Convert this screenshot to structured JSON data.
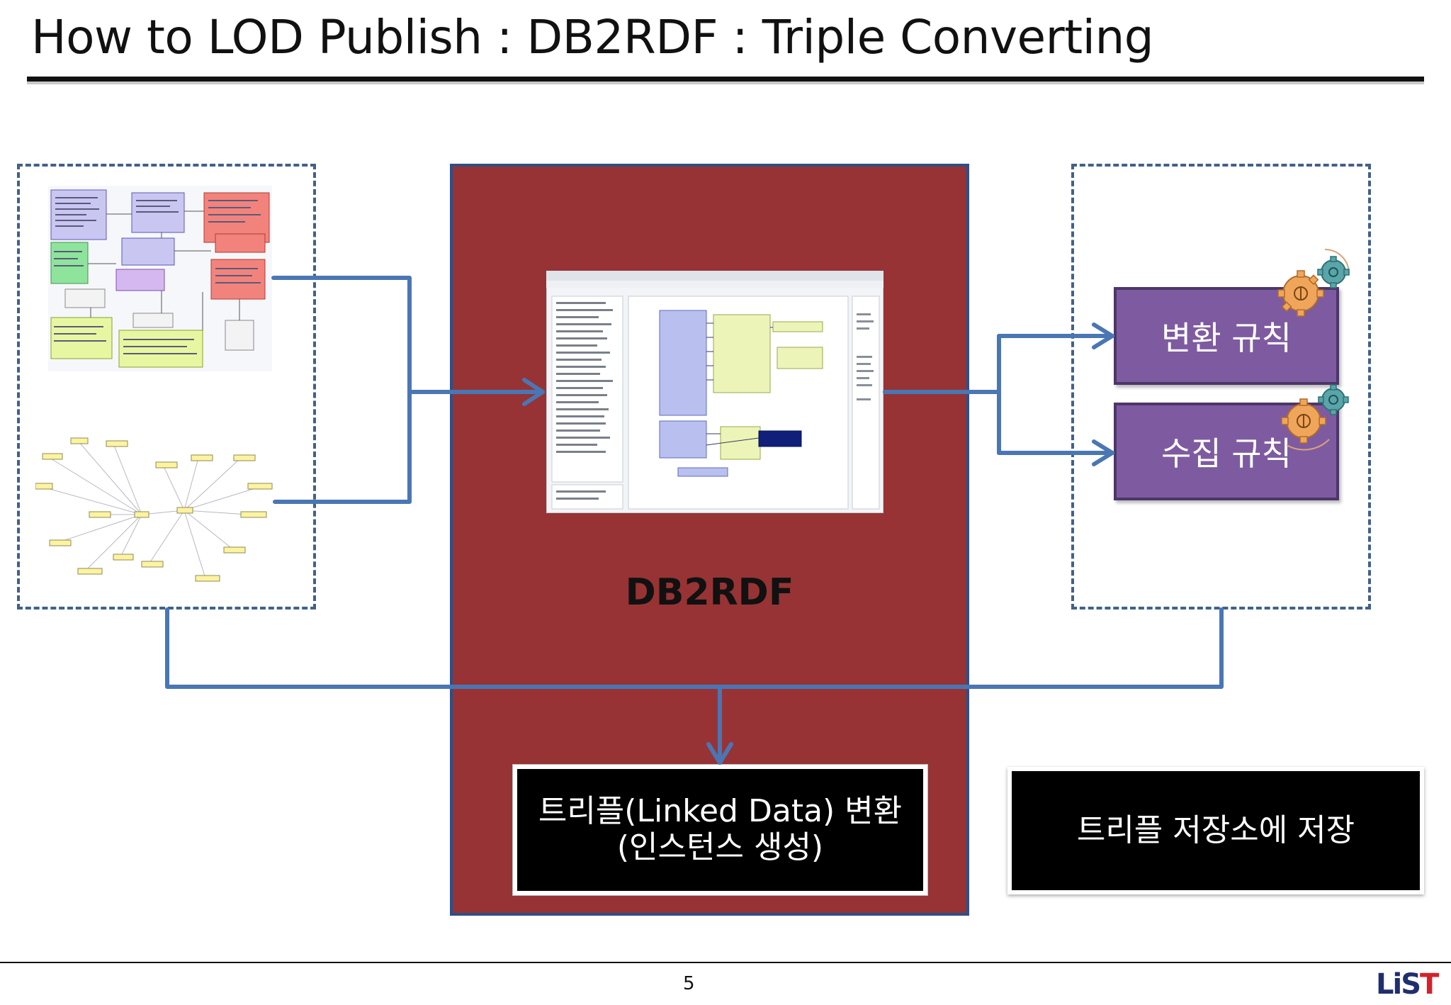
{
  "slide": {
    "title": "How to LOD Publish : DB2RDF : Triple Converting",
    "page_number": "5",
    "logo_text": "LiST"
  },
  "db2rdf": {
    "label": "DB2RDF"
  },
  "rules": {
    "conversion_rule": "변환 규칙",
    "collection_rule": "수집 규칙"
  },
  "outputs": {
    "triple_convert_line1": "트리플(Linked Data) 변환",
    "triple_convert_line2": "(인스턴스 생성)",
    "triple_store": "트리플 저장소에 저장"
  },
  "colors": {
    "arrow": "#4a76b4",
    "db2rdf_panel": "#973334",
    "rule_box": "#7e5ba0",
    "dash_border": "#41618a"
  },
  "icons": [
    "gear-icon",
    "schema-diagram-thumbnail",
    "graph-diagram-thumbnail",
    "tool-screenshot-thumbnail"
  ]
}
